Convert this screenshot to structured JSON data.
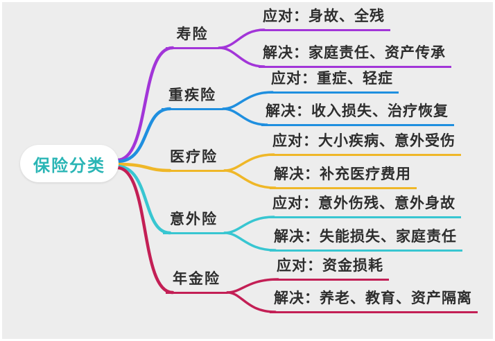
{
  "root": {
    "label": "保险分类",
    "color": "#2ab5b5"
  },
  "branches": [
    {
      "label": "寿险",
      "color": "#a235d8",
      "leaves": [
        {
          "text": "应对：身故、全残"
        },
        {
          "text": "解决：家庭责任、资产传承"
        }
      ]
    },
    {
      "label": "重疾险",
      "color": "#1f8fdf",
      "leaves": [
        {
          "text": "应对：重症、轻症"
        },
        {
          "text": "解决：收入损失、治疗恢复"
        }
      ]
    },
    {
      "label": "医疗险",
      "color": "#efb728",
      "leaves": [
        {
          "text": "应对：大小疾病、意外受伤"
        },
        {
          "text": "解决：补充医疗费用"
        }
      ]
    },
    {
      "label": "意外险",
      "color": "#38c6d1",
      "leaves": [
        {
          "text": "应对：意外伤残、意外身故"
        },
        {
          "text": "解决：失能损失、家庭责任"
        }
      ]
    },
    {
      "label": "年金险",
      "color": "#c31f55",
      "leaves": [
        {
          "text": "应对：资金损耗"
        },
        {
          "text": "解决：养老、教育、资产隔离"
        }
      ]
    }
  ]
}
